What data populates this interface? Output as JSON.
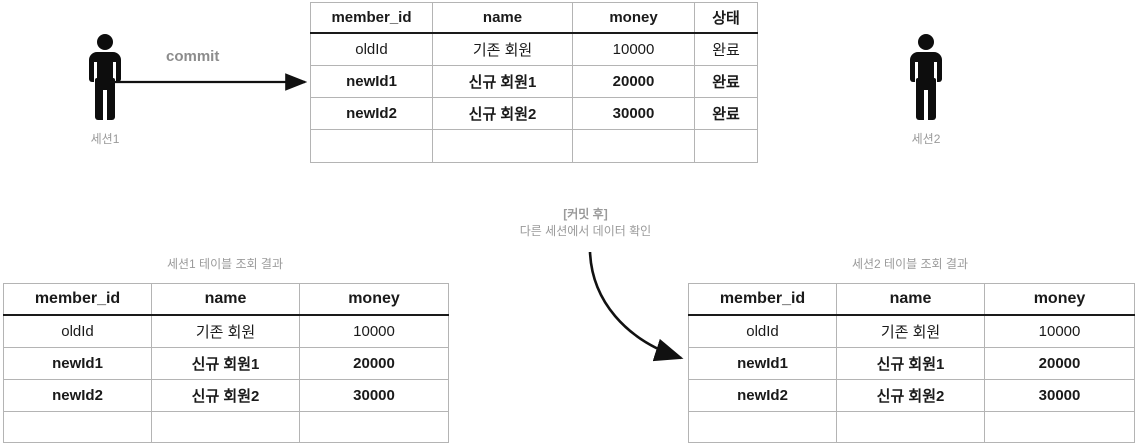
{
  "diagram": {
    "title_note": {
      "line1": "[커밋 후]",
      "line2": "다른 세션에서 데이터 확인"
    },
    "commit_label": "commit",
    "actors": [
      {
        "id": "session1",
        "label": "세션1",
        "icon": "person-icon"
      },
      {
        "id": "session2",
        "label": "세션2",
        "icon": "person-icon"
      }
    ],
    "tables": {
      "top": {
        "caption": "",
        "columns": [
          "member_id",
          "name",
          "money",
          "상태"
        ],
        "rows": [
          {
            "member_id": "oldId",
            "name": "기존 회원",
            "money": "10000",
            "status": "완료",
            "bold": false
          },
          {
            "member_id": "newId1",
            "name": "신규 회원1",
            "money": "20000",
            "status": "완료",
            "bold": true
          },
          {
            "member_id": "newId2",
            "name": "신규 회원2",
            "money": "30000",
            "status": "완료",
            "bold": true
          }
        ],
        "empty_row": [
          "",
          "",
          "",
          ""
        ]
      },
      "session1_result": {
        "caption": "세션1 테이블 조회 결과",
        "columns": [
          "member_id",
          "name",
          "money"
        ],
        "rows": [
          {
            "member_id": "oldId",
            "name": "기존 회원",
            "money": "10000",
            "bold": false
          },
          {
            "member_id": "newId1",
            "name": "신규 회원1",
            "money": "20000",
            "bold": true
          },
          {
            "member_id": "newId2",
            "name": "신규 회원2",
            "money": "30000",
            "bold": true
          }
        ],
        "empty_row": [
          "",
          "",
          ""
        ]
      },
      "session2_result": {
        "caption": "세션2 테이블 조회 결과",
        "columns": [
          "member_id",
          "name",
          "money"
        ],
        "rows": [
          {
            "member_id": "oldId",
            "name": "기존 회원",
            "money": "10000",
            "bold": false
          },
          {
            "member_id": "newId1",
            "name": "신규 회원1",
            "money": "20000",
            "bold": true
          },
          {
            "member_id": "newId2",
            "name": "신규 회원2",
            "money": "30000",
            "bold": true
          }
        ],
        "empty_row": [
          "",
          "",
          ""
        ]
      }
    },
    "arrows": [
      {
        "id": "commit-arrow",
        "from": "session1",
        "to": "top-table",
        "style": "straight"
      },
      {
        "id": "read-arrow",
        "from": "center-note",
        "to": "session2_result",
        "style": "curved"
      }
    ],
    "colors": {
      "ink": "#1a1a1a",
      "muted": "#9a9a9a",
      "commit_text": "#8c8c8c",
      "grid": "#b4b4b4",
      "figure": "#0d0d0d",
      "background": "#ffffff"
    }
  }
}
